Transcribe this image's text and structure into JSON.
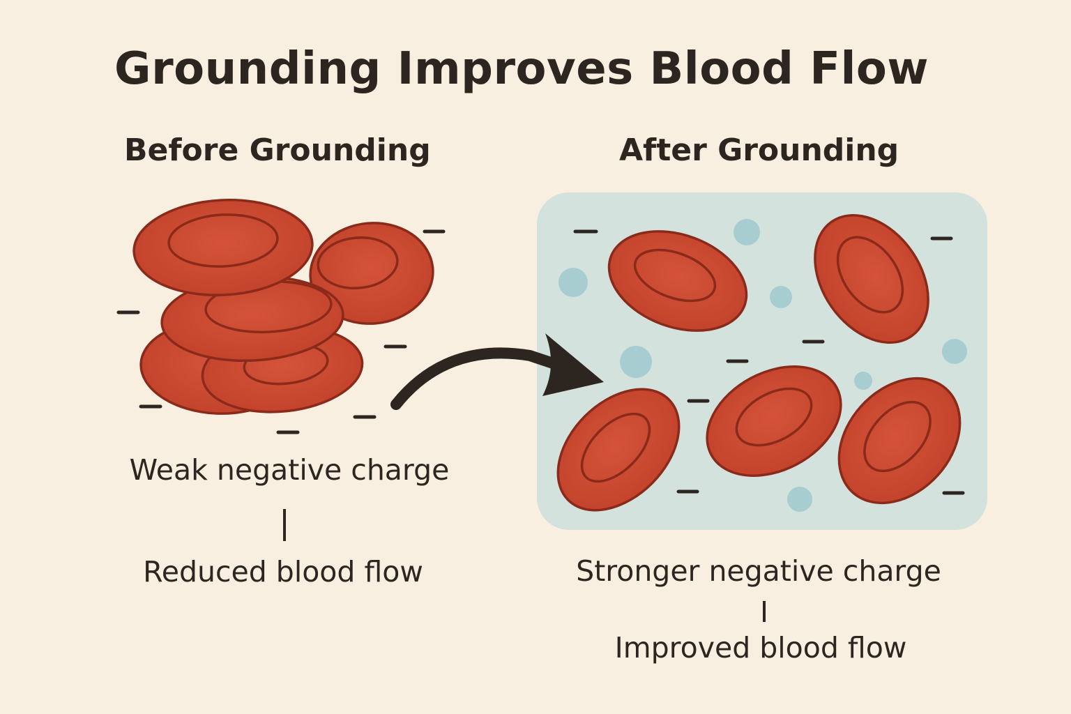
{
  "title": "Grounding Improves Blood Flow",
  "before": {
    "heading": "Before Grounding",
    "charge_text": "Weak negative charge",
    "flow_text": "Reduced blood flow"
  },
  "after": {
    "heading": "After Grounding",
    "charge_text": "Stronger negative charge",
    "flow_text": "Improved blood flow"
  },
  "colors": {
    "background": "#f8efe0",
    "cell_fill": "#c6442c",
    "cell_stroke": "#8a2a1a",
    "plasma_panel": "#d3e2dd",
    "particle": "#a7cdd0",
    "ink": "#2d2520"
  },
  "icons": [
    "red-blood-cell-icon",
    "negative-charge-icon",
    "curved-arrow-icon",
    "particle-icon"
  ]
}
